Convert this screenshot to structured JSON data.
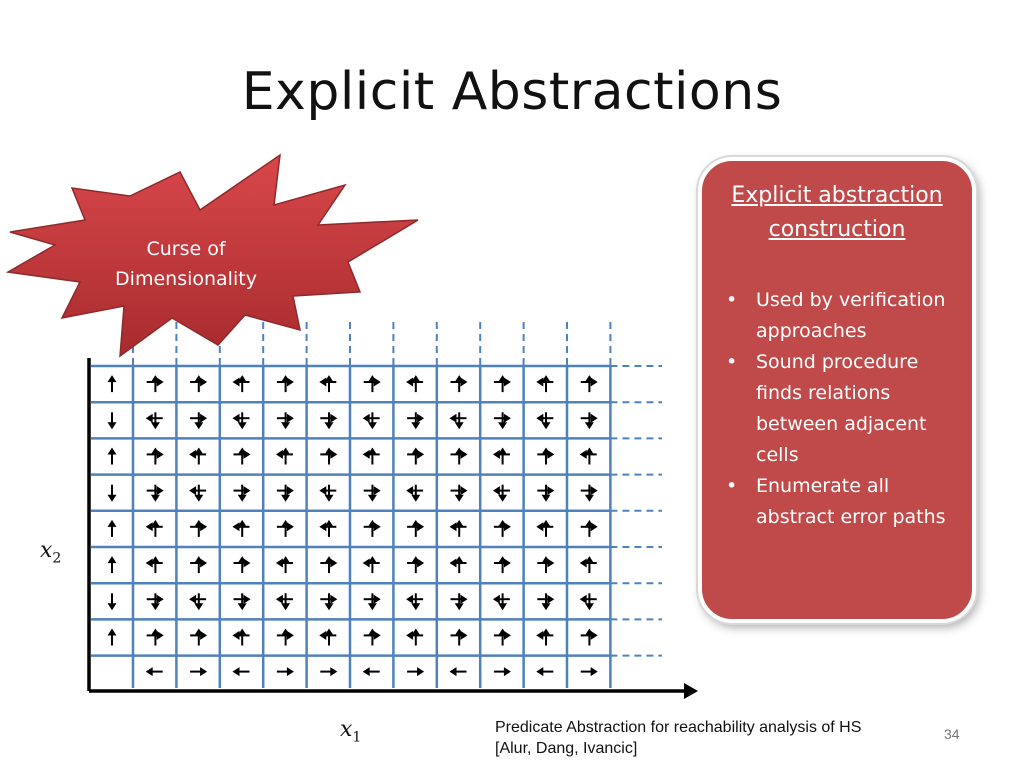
{
  "slide": {
    "title": "Explicit Abstractions",
    "page_number": "34"
  },
  "starburst": {
    "line1": "Curse of",
    "line2": "Dimensionality",
    "color": "#c0393b"
  },
  "info_box": {
    "title_line1": "Explicit abstraction",
    "title_line2": "construction",
    "bullet_char": "•",
    "bullets": [
      "Used by verification approaches",
      "Sound procedure finds relations between adjacent cells",
      "Enumerate all abstract error paths"
    ],
    "color": "#c04a4a"
  },
  "axes": {
    "x_label": "x",
    "x_sub": "1",
    "y_label": "x",
    "y_sub": "2"
  },
  "grid": {
    "columns": 12,
    "rows": 9,
    "line_color": "#4f81bd"
  },
  "footer": {
    "line1": "Predicate Abstraction for reachability analysis of HS",
    "line2": "[Alur, Dang, Ivancic]"
  }
}
